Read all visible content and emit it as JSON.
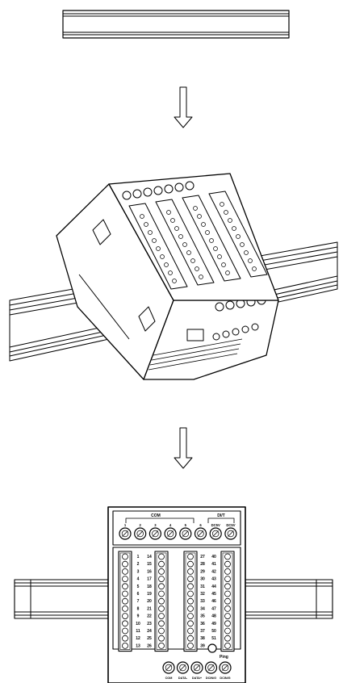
{
  "step3": {
    "top_group_label": "COM",
    "top_group_label_right": "DI/T",
    "top_terminals": [
      "1",
      "2",
      "3",
      "4",
      "5",
      "6",
      "DC5V",
      "DC5V"
    ],
    "block_a_numbers": [
      "1",
      "2",
      "3",
      "4",
      "5",
      "6",
      "7",
      "8",
      "9",
      "10",
      "11",
      "12",
      "13"
    ],
    "block_b_numbers": [
      "14",
      "15",
      "16",
      "17",
      "18",
      "19",
      "20",
      "21",
      "22",
      "23",
      "24",
      "25",
      "26"
    ],
    "block_c_numbers": [
      "27",
      "28",
      "29",
      "30",
      "31",
      "32",
      "33",
      "34",
      "35",
      "36",
      "37",
      "38",
      "39"
    ],
    "block_d_numbers": [
      "40",
      "41",
      "42",
      "43",
      "44",
      "45",
      "46",
      "47",
      "48",
      "49",
      "50",
      "51"
    ],
    "ping_label": "Ping",
    "bottom_terminals": [
      "COM",
      "DATA-",
      "DATA+",
      "DCIN/G",
      "DCIN/G"
    ]
  }
}
